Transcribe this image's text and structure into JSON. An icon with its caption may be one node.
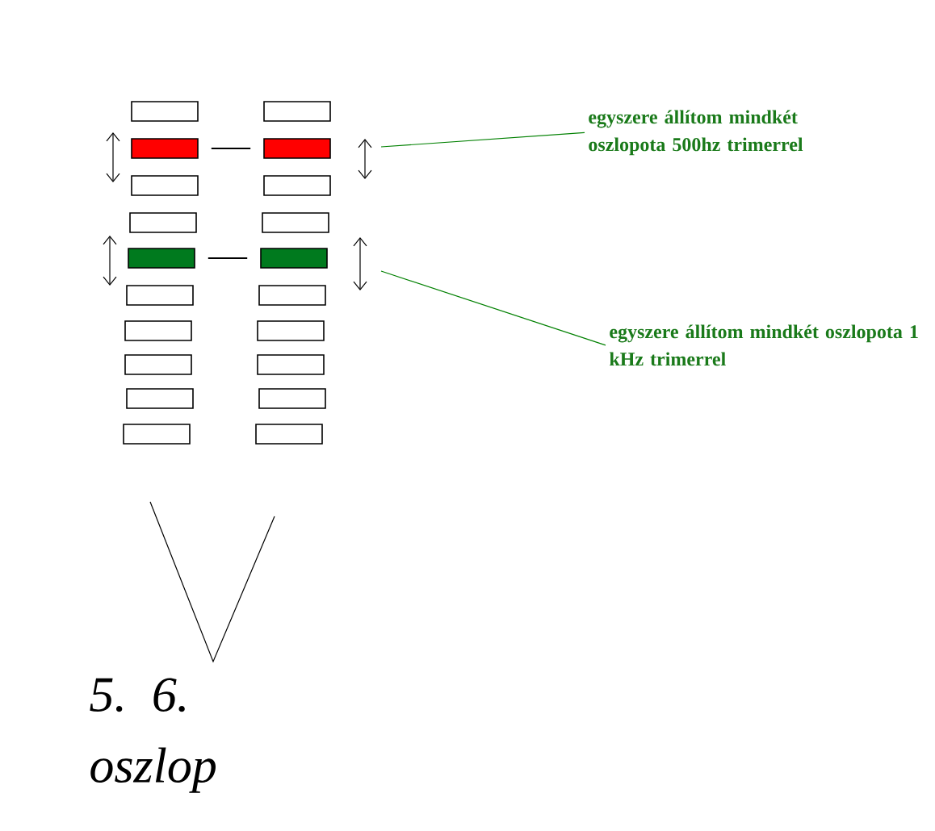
{
  "diagram": {
    "nodes": [
      {
        "text": [],
        "shape": "box"
      },
      {
        "text": [],
        "shape": "box"
      },
      {
        "text": [],
        "shape": "box"
      },
      {
        "text": [],
        "shape": "box"
      },
      {
        "text": [],
        "shape": "box"
      },
      {
        "text": [],
        "shape": "box"
      },
      {
        "text": [],
        "shape": "box"
      },
      {
        "text": [],
        "shape": "box"
      },
      {
        "text": [],
        "shape": "box"
      },
      {
        "text": [],
        "shape": "box"
      },
      {
        "text": [],
        "shape": "box"
      },
      {
        "text": [],
        "shape": "box"
      },
      {
        "text": [],
        "shape": "box"
      },
      {
        "text": [],
        "shape": "box"
      },
      {
        "text": [],
        "shape": "box"
      },
      {
        "text": [],
        "shape": "box"
      },
      {
        "text": [],
        "shape": "box"
      },
      {
        "text": [],
        "shape": "box"
      },
      {
        "text": [],
        "shape": "box"
      },
      {
        "text": [],
        "shape": "box"
      },
      {
        "text": [
          "egyszere állítom mindkét oszlopota 500hz trimerrel"
        ]
      },
      {
        "text": [
          "egyszere állítom mindkét oszlopota 1 kHz trimerrel"
        ]
      }
    ],
    "edges": [
      {
        "from": 1,
        "to": 11,
        "arrow": "none"
      },
      {
        "from": 4,
        "to": 14,
        "arrow": "none"
      },
      {
        "from": 20,
        "to": null,
        "arrow": "none",
        "color": "#008000"
      },
      {
        "from": 21,
        "to": null,
        "arrow": "none",
        "color": "#008000"
      }
    ],
    "labels": [
      "5. 6. oszlop"
    ]
  }
}
